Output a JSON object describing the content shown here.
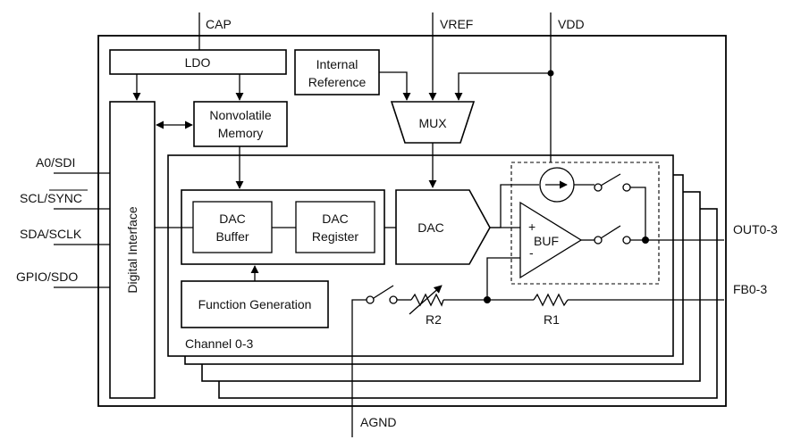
{
  "pins": {
    "cap": "CAP",
    "vref": "VREF",
    "vdd": "VDD",
    "a0_sdi": "A0/SDI",
    "scl_sync": "SCL/SYNC",
    "sda_sclk": "SDA/SCLK",
    "gpio_sdo": "GPIO/SDO",
    "out": "OUT0-3",
    "fb": "FB0-3",
    "agnd": "AGND"
  },
  "blocks": {
    "ldo": "LDO",
    "internal_ref_line1": "Internal",
    "internal_ref_line2": "Reference",
    "nvm_line1": "Nonvolatile",
    "nvm_line2": "Memory",
    "mux": "MUX",
    "digital_interface": "Digital Interface",
    "dac_buffer_line1": "DAC",
    "dac_buffer_line2": "Buffer",
    "dac_register_line1": "DAC",
    "dac_register_line2": "Register",
    "dac": "DAC",
    "buf": "BUF",
    "buf_plus": "+",
    "buf_minus": "-",
    "function_generation": "Function Generation",
    "channel": "Channel 0-3",
    "r1": "R1",
    "r2": "R2"
  }
}
